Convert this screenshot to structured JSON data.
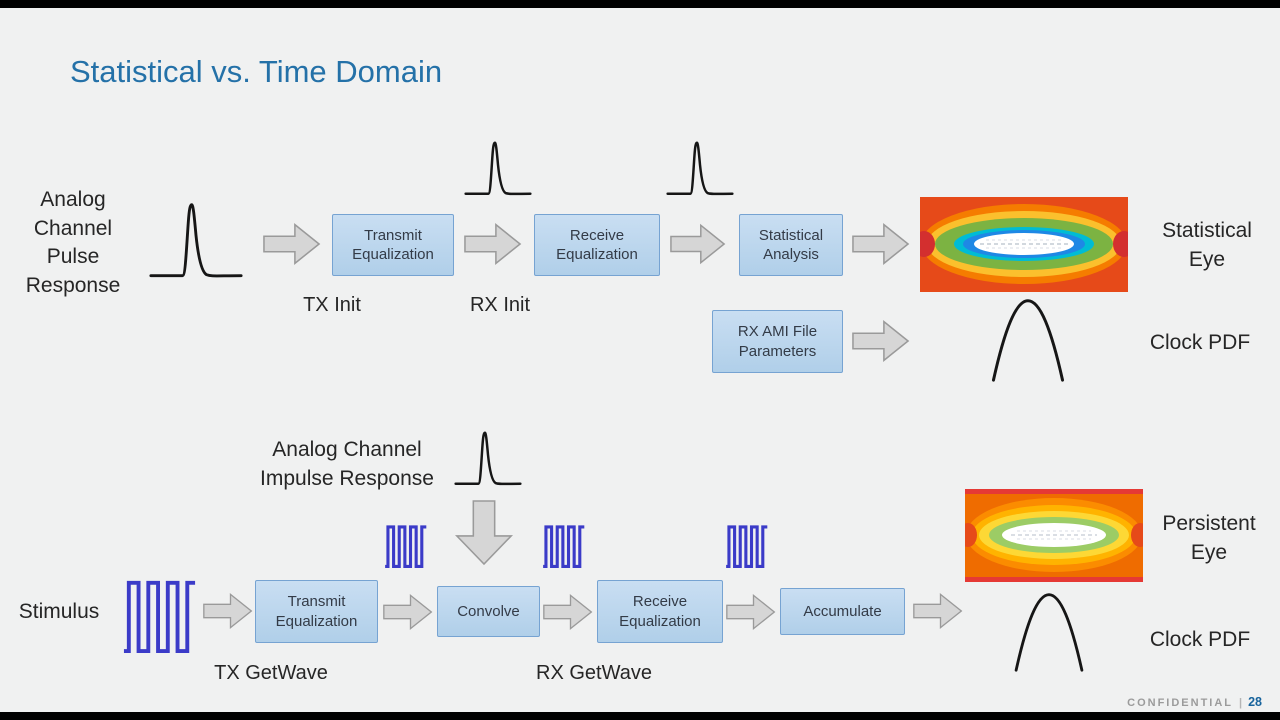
{
  "slide": {
    "title": "Statistical vs. Time Domain",
    "footer": {
      "confidential": "CONFIDENTIAL",
      "divider": "|",
      "page": "28"
    }
  },
  "statistical_flow": {
    "input_label": "Analog Channel Pulse Response",
    "boxes": [
      {
        "label": "Transmit Equalization",
        "sublabel": "TX Init"
      },
      {
        "label": "Receive Equalization",
        "sublabel": "RX Init"
      },
      {
        "label": "Statistical Analysis"
      },
      {
        "label": "RX AMI File Parameters"
      }
    ],
    "outputs": [
      {
        "label": "Statistical Eye"
      },
      {
        "label": "Clock PDF"
      }
    ]
  },
  "time_flow": {
    "impulse_label": "Analog Channel Impulse Response",
    "stimulus_label": "Stimulus",
    "boxes": [
      {
        "label": "Transmit Equalization",
        "sublabel": "TX GetWave"
      },
      {
        "label": "Convolve"
      },
      {
        "label": "Receive Equalization",
        "sublabel": "RX GetWave"
      },
      {
        "label": "Accumulate"
      }
    ],
    "outputs": [
      {
        "label": "Persistent Eye"
      },
      {
        "label": "Clock PDF"
      }
    ]
  },
  "colors": {
    "title": "#2471A8",
    "box_fill": "#BDD7EE",
    "box_border": "#76A3D2",
    "arrow_fill": "#D6D6D6",
    "stimulus_wave": "#3B3BC8",
    "page_number": "#17639C"
  }
}
